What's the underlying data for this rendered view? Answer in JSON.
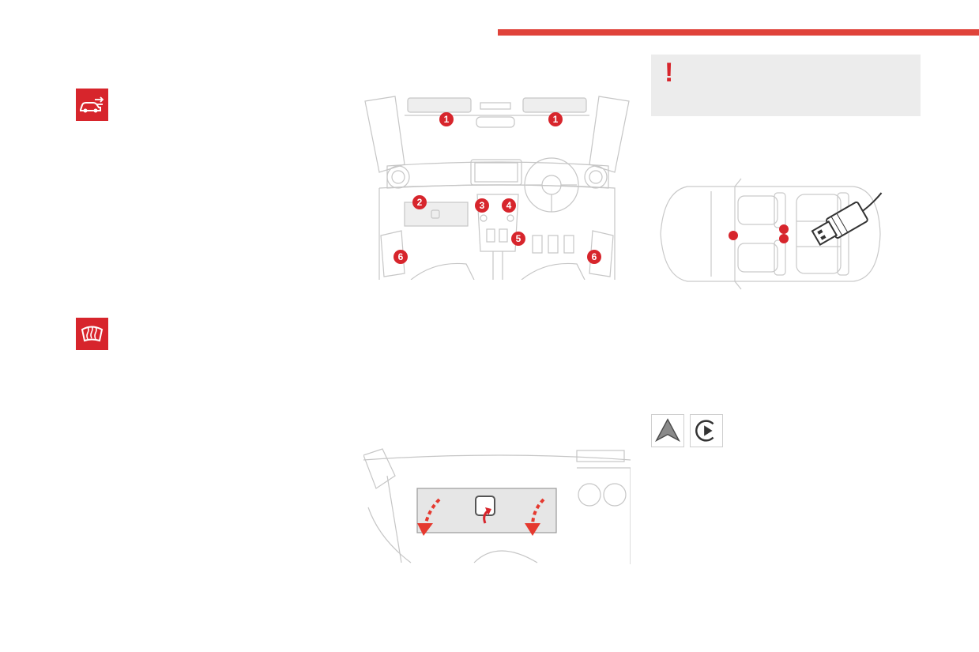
{
  "colors": {
    "accent_red": "#d7252c",
    "header_rule": "#e0433a",
    "panel_gray": "#ececec",
    "line_gray": "#bdbdbd",
    "dark_gray": "#5a5a5a"
  },
  "header": {
    "rule_icon": "red-horizontal-rule"
  },
  "left_icons": [
    {
      "icon": "car-usb-icon"
    },
    {
      "icon": "front-demist-icon"
    }
  ],
  "warning": {
    "mark": "!"
  },
  "interior_callouts": [
    "1",
    "1",
    "2",
    "3",
    "4",
    "5",
    "6",
    "6"
  ],
  "app_icons": [
    {
      "icon": "android-auto-icon"
    },
    {
      "icon": "carplay-icon"
    }
  ]
}
